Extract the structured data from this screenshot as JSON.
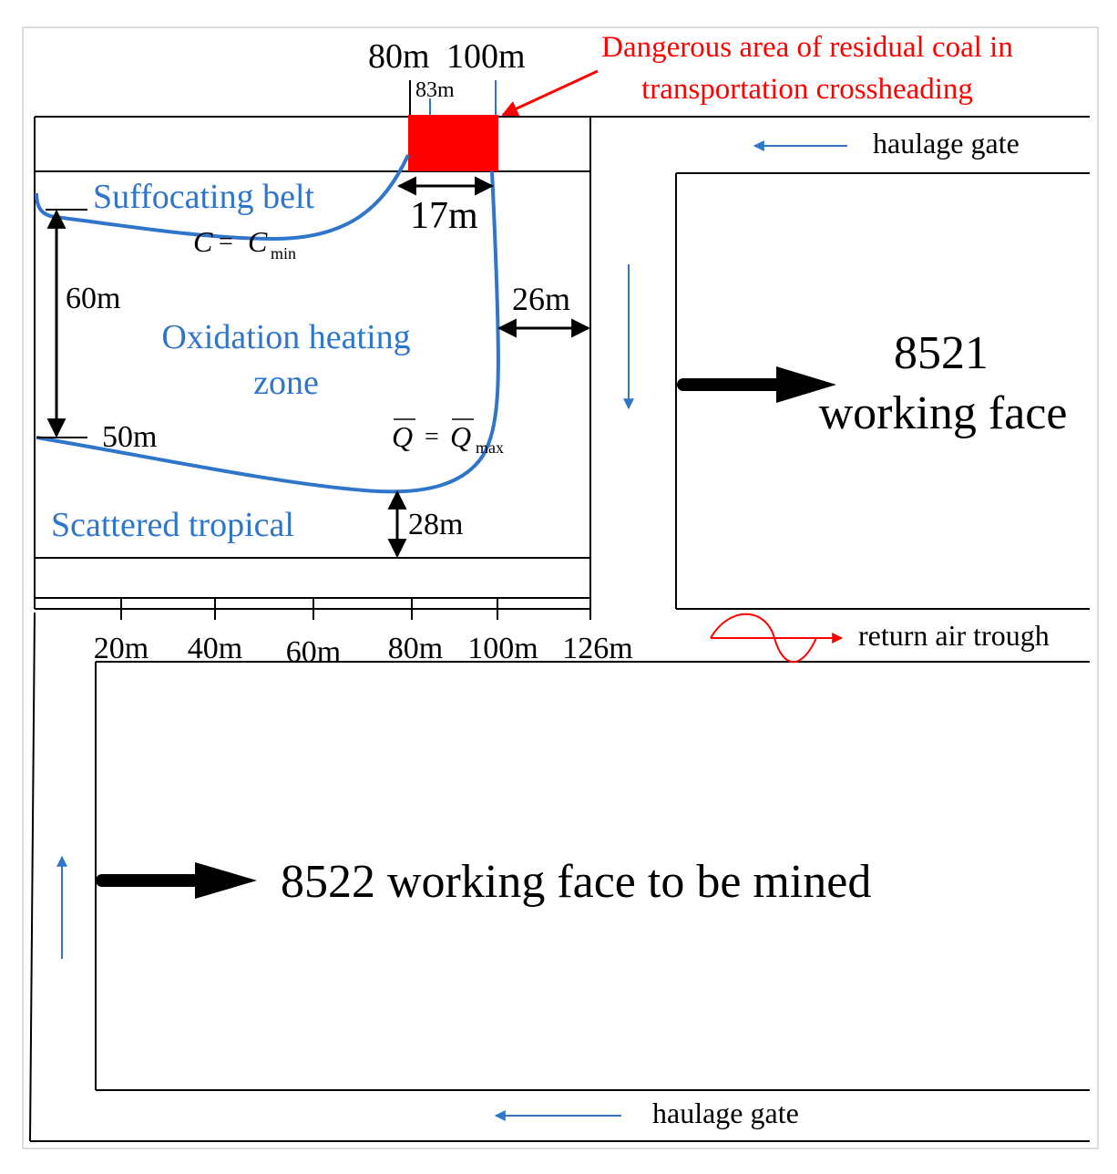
{
  "top_labels": {
    "left": "80m",
    "right": "100m",
    "mid": "83m"
  },
  "danger_label": {
    "line1": "Dangerous area of residual coal in",
    "line2": "transportation crossheading"
  },
  "haulage_gate_top": "haulage gate",
  "haulage_gate_bottom": "haulage gate",
  "return_air": "return air trough",
  "zones": {
    "suffocating": "Suffocating belt",
    "oxidation_line1": "Oxidation heating",
    "oxidation_line2": "zone",
    "scattered": "Scattered tropical"
  },
  "formulas": {
    "c_var": "C",
    "c_eq": "=",
    "c_cmin": "C",
    "c_sub": "min",
    "q_var": "Q",
    "q_eq": "=",
    "q_qmax": "Q",
    "q_sub": "max"
  },
  "dimensions": {
    "d17": "17m",
    "d60": "60m",
    "d26": "26m",
    "d50": "50m",
    "d28": "28m"
  },
  "axis_ticks": [
    "20m",
    "40m",
    "60m",
    "80m",
    "100m",
    "126m"
  ],
  "working_face_8521": {
    "number": "8521",
    "label": "working face"
  },
  "working_face_8522": "8522 working face to be mined",
  "colors": {
    "blue": "#2f75c9",
    "red": "#ff0000",
    "black": "#000000"
  }
}
